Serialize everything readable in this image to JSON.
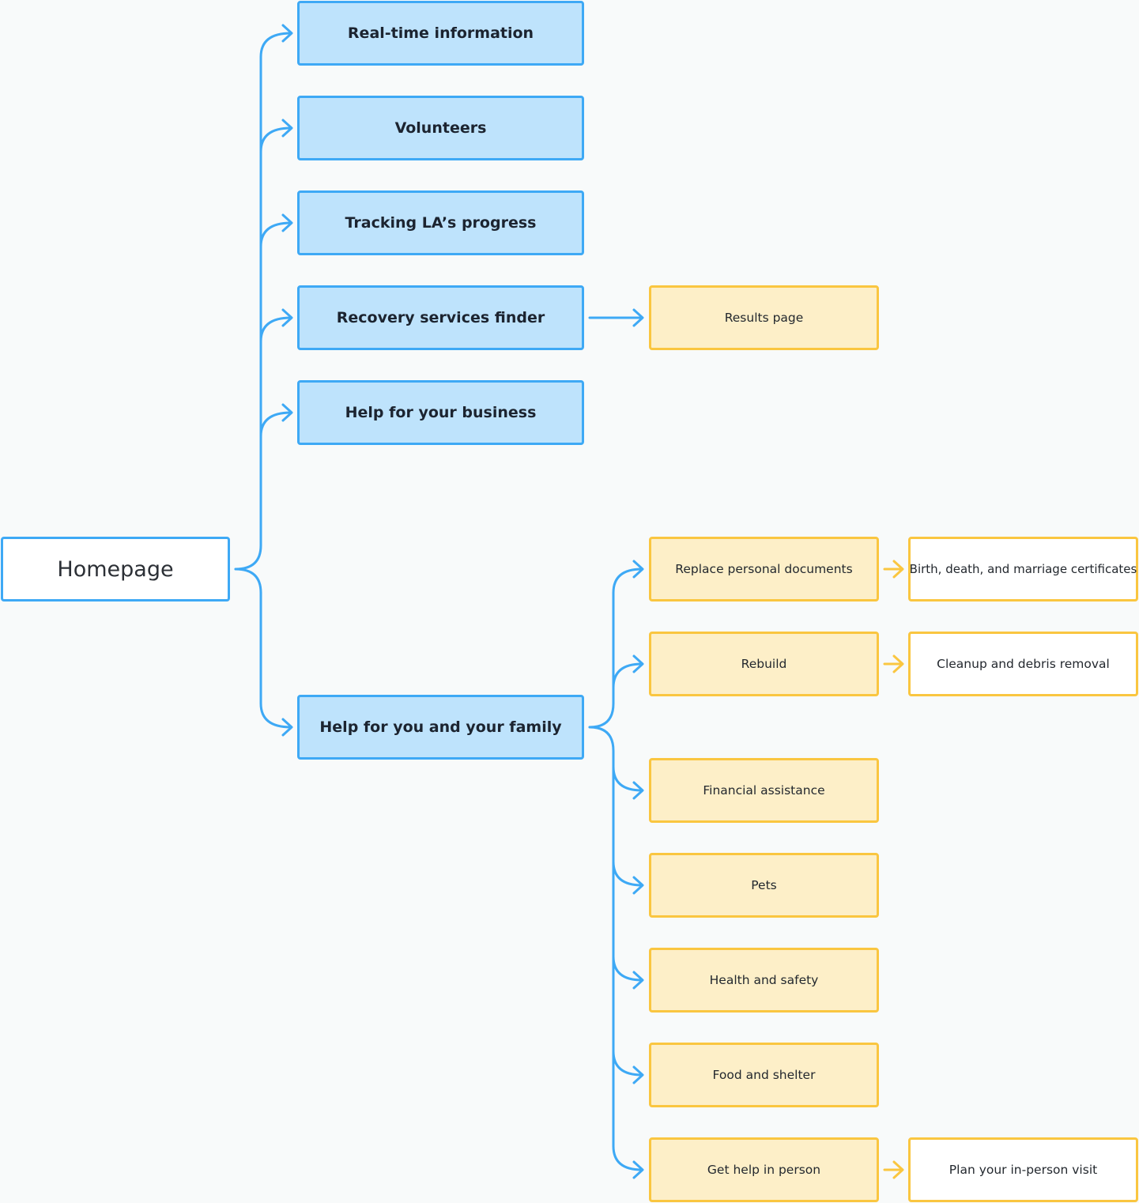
{
  "root": {
    "label": "Homepage"
  },
  "primary_pages": [
    {
      "label": "Real-time information"
    },
    {
      "label": "Volunteers"
    },
    {
      "label": "Tracking LA’s progress"
    },
    {
      "label": "Recovery services finder"
    },
    {
      "label": "Help for your business"
    },
    {
      "label": "Help for you and your family"
    }
  ],
  "recovery_finder_children": [
    {
      "label": "Results page"
    }
  ],
  "family_children": [
    {
      "label": "Replace personal documents"
    },
    {
      "label": "Rebuild"
    },
    {
      "label": "Financial assistance"
    },
    {
      "label": "Pets"
    },
    {
      "label": "Health and safety"
    },
    {
      "label": "Food and shelter"
    },
    {
      "label": "Get help in person"
    }
  ],
  "third_level": [
    {
      "label": "Birth, death, and marriage certificates"
    },
    {
      "label": "Cleanup and debris removal"
    },
    {
      "label": "Plan your in-person visit"
    }
  ],
  "colors": {
    "blue_stroke": "#3ea9f5",
    "blue_fill": "#bee3fc",
    "yellow_stroke": "#fac640",
    "yellow_fill": "#fdefc8",
    "background": "#f8fafa"
  }
}
